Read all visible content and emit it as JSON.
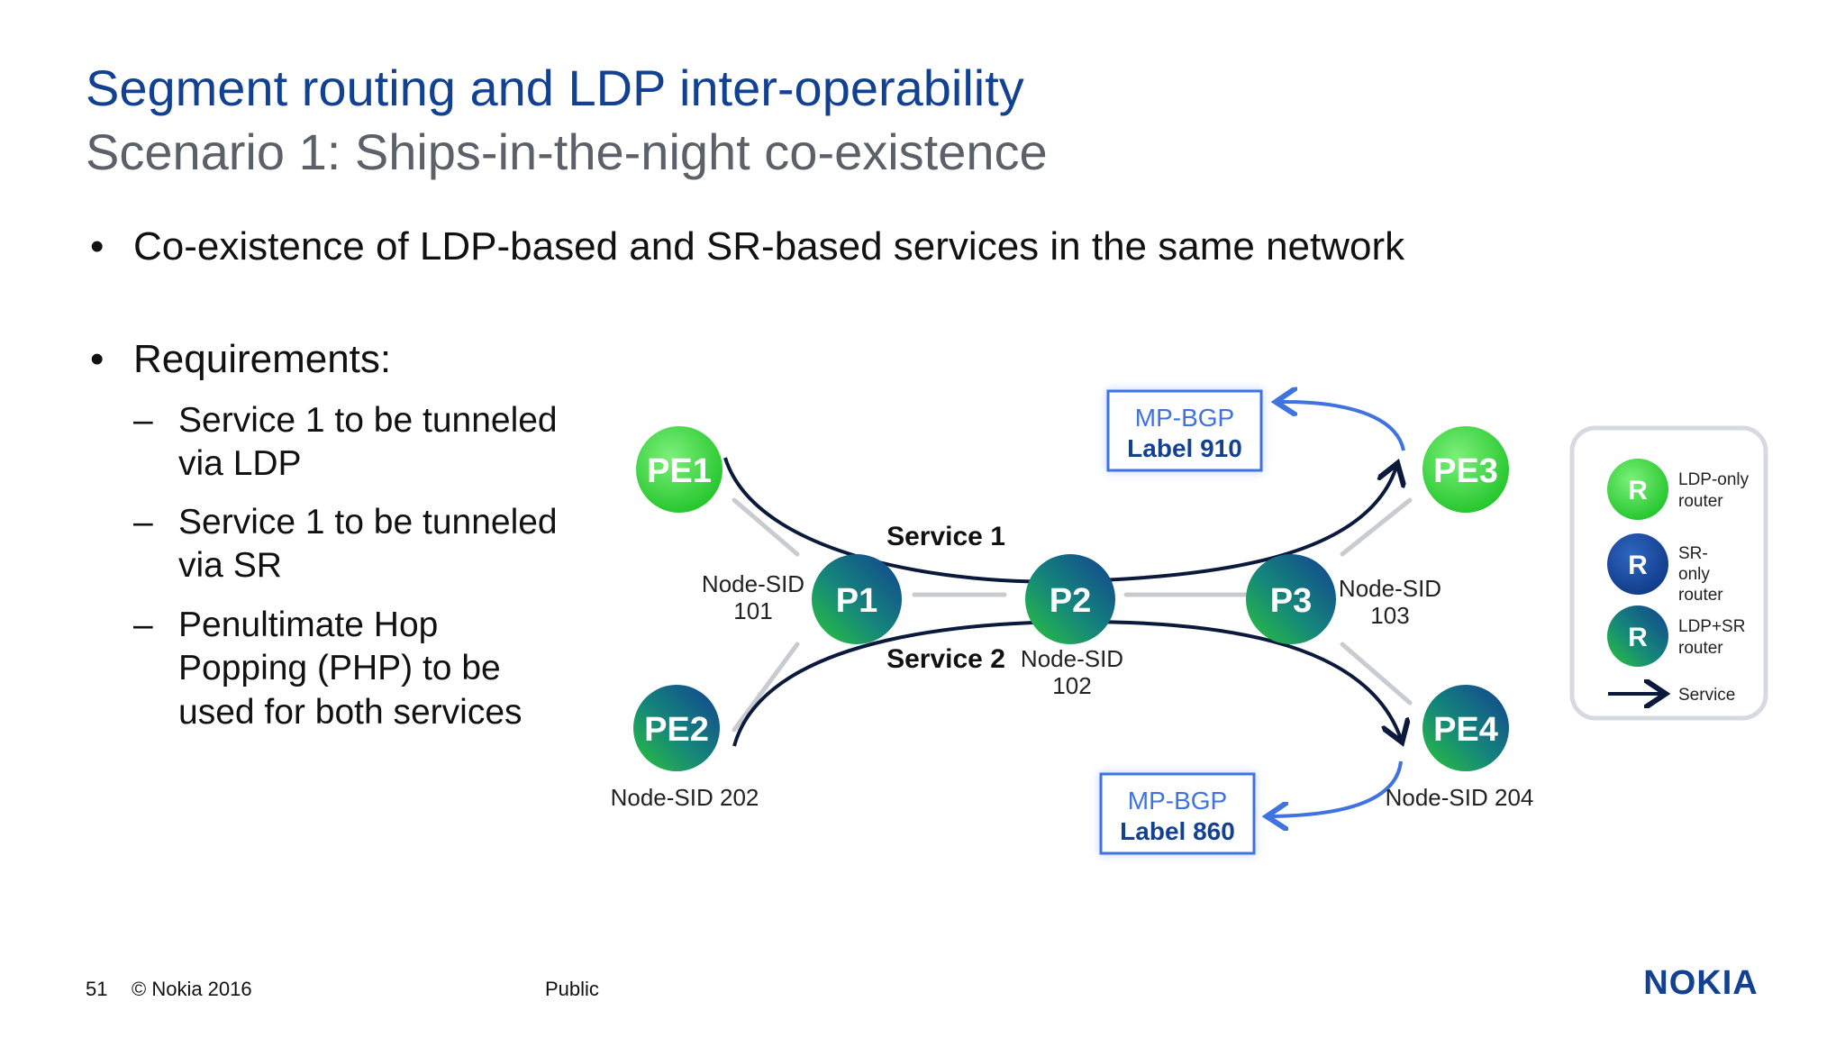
{
  "slide": {
    "title": "Segment routing and LDP inter-operability",
    "subtitle": "Scenario 1: Ships-in-the-night co-existence",
    "bullets": [
      "Co-existence of LDP-based and SR-based services in the same network",
      "Requirements:"
    ],
    "sub_bullets": [
      [
        "Service 1 to be tunneled",
        "via LDP"
      ],
      [
        "Service 1 to be tunneled",
        "via SR"
      ],
      [
        "Penultimate Hop",
        "Popping (PHP) to be",
        "used for both services"
      ]
    ],
    "bullet_symbol": "•",
    "dash_symbol": "–"
  },
  "diagram": {
    "nodes": {
      "pe1": "PE1",
      "pe2": "PE2",
      "pe3": "PE3",
      "pe4": "PE4",
      "p1": "P1",
      "p2": "P2",
      "p3": "P3"
    },
    "node_sids": {
      "p1": [
        "Node-SID",
        "101"
      ],
      "p2": [
        "Node-SID",
        "102"
      ],
      "p3": [
        "Node-SID",
        "103"
      ],
      "pe2": "Node-SID 202",
      "pe4": "Node-SID 204"
    },
    "services": {
      "service1": "Service 1",
      "service2": "Service 2"
    },
    "bgp_boxes": [
      {
        "line1": "MP-BGP",
        "line2": "Label 910"
      },
      {
        "line1": "MP-BGP",
        "line2": "Label 860"
      }
    ]
  },
  "legend": {
    "router_symbol": "R",
    "ldp_only": [
      "LDP-only",
      "router"
    ],
    "sr_only": [
      "SR-",
      "only",
      "router"
    ],
    "ldp_sr": [
      "LDP+SR",
      "router"
    ],
    "service": "Service"
  },
  "footer": {
    "page_number": "51",
    "copyright": "© Nokia 2016",
    "classification": "Public",
    "logo": "NOKIA"
  },
  "colors": {
    "title_blue": "#124191",
    "ldp_green": "#3dcc3d",
    "sr_blue": "#124191",
    "service_arrow": "#0b1a3c",
    "bgp_blue": "#3f73e0"
  }
}
